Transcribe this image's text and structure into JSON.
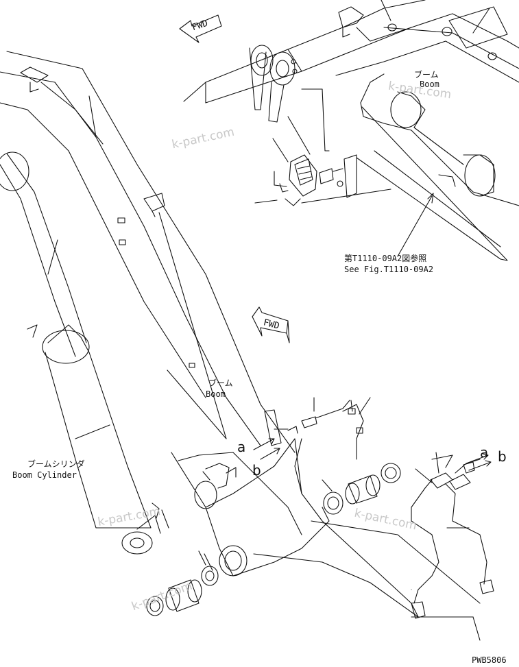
{
  "labels": {
    "boom_top_jp": "ブーム",
    "boom_top_en": "Boom",
    "ref_jp": "第T1110-09A2図参照",
    "ref_en": "See Fig.T1110-09A2",
    "boom_mid_jp": "ブーム",
    "boom_mid_en": "Boom",
    "cyl_jp": "ブームシリンダ",
    "cyl_en": "Boom Cylinder",
    "fwd": "FWD",
    "a": "a",
    "b": "b",
    "part_no": "PWB5806"
  },
  "watermark": "k-part.com",
  "colors": {
    "line": "#111111",
    "watermark": "#c8c8c8"
  }
}
